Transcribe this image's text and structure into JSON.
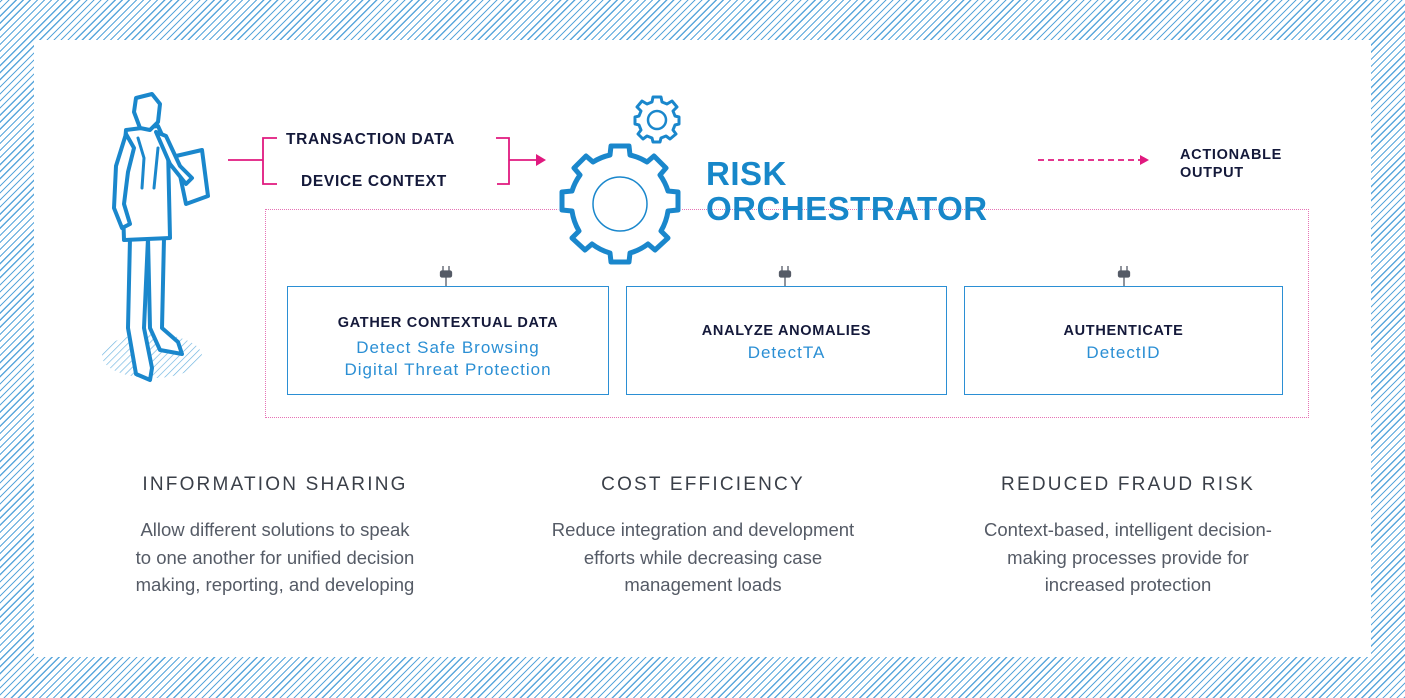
{
  "inputs": {
    "transaction_data": "TRANSACTION DATA",
    "device_context": "DEVICE CONTEXT"
  },
  "orchestrator": {
    "line1": "RISK",
    "line2": "ORCHESTRATOR"
  },
  "output": {
    "line1": "ACTIONABLE",
    "line2": "OUTPUT"
  },
  "modules": [
    {
      "title": "GATHER CONTEXTUAL DATA",
      "sub1": "Detect Safe Browsing",
      "sub2": "Digital Threat Protection"
    },
    {
      "title": "ANALYZE ANOMALIES",
      "sub1": "DetectTA",
      "sub2": ""
    },
    {
      "title": "AUTHENTICATE",
      "sub1": "DetectID",
      "sub2": ""
    }
  ],
  "benefits": [
    {
      "heading": "INFORMATION SHARING",
      "lines": [
        "Allow different solutions to speak",
        "to one another for unified decision",
        "making, reporting, and developing"
      ]
    },
    {
      "heading": "COST EFFICIENCY",
      "lines": [
        "Reduce integration and development",
        "efforts while decreasing case",
        "management loads"
      ]
    },
    {
      "heading": "REDUCED FRAUD RISK",
      "lines": [
        "Context-based, intelligent decision-",
        "making processes provide for",
        "increased protection"
      ]
    }
  ],
  "colors": {
    "brand_blue": "#1787c9",
    "line_blue": "#2b8fd4",
    "pink": "#e0197f",
    "dark_navy": "#14193a",
    "hatch_blue": "#5aa7dc"
  },
  "icons": [
    "person-with-tablet-icon",
    "gear-large-icon",
    "gear-small-icon",
    "plug-icon"
  ]
}
